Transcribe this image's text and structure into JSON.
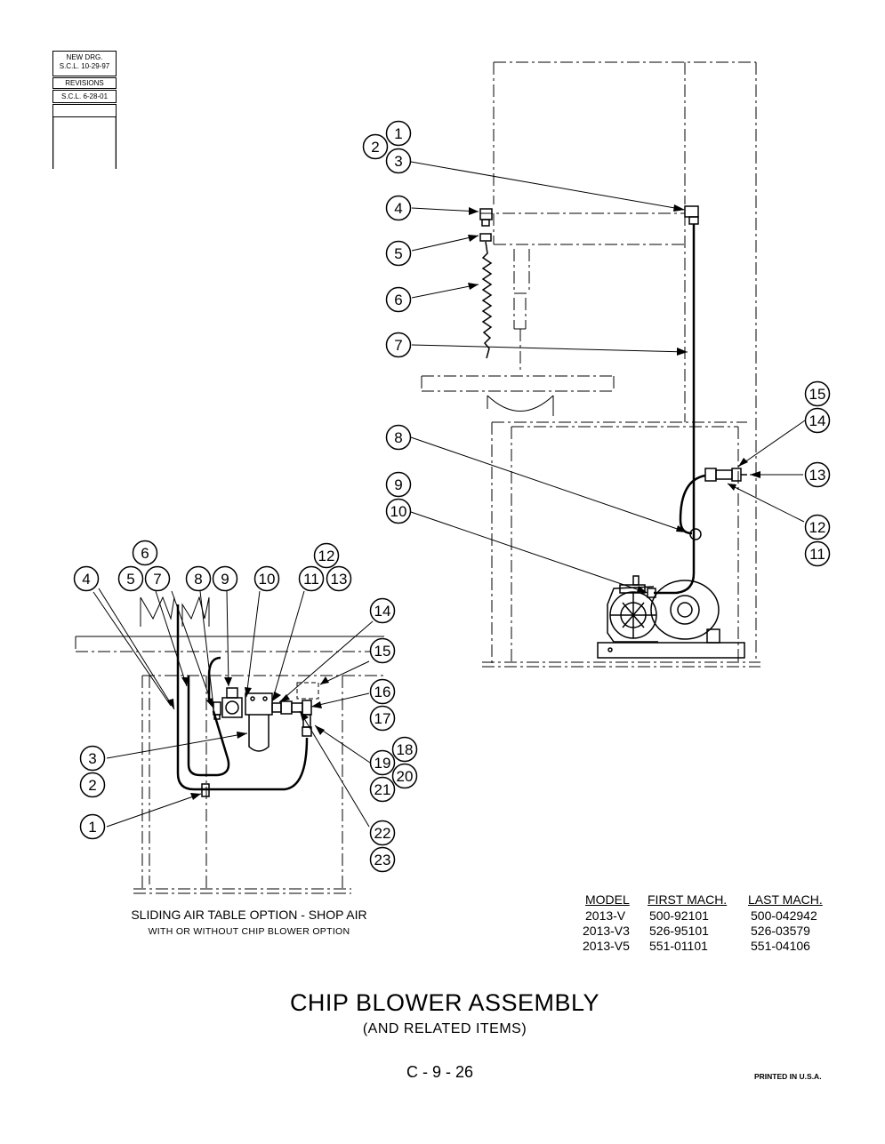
{
  "revision_block": {
    "new_drg_label": "NEW DRG.",
    "new_drg_value": "S.C.L. 10-29-97",
    "revisions_label": "REVISIONS",
    "revisions_value": "S.C.L. 6-28-01"
  },
  "main_view": {
    "callouts": [
      "1",
      "2",
      "3",
      "4",
      "5",
      "6",
      "7",
      "8",
      "9",
      "10",
      "11",
      "12",
      "13",
      "14",
      "15"
    ]
  },
  "option_view": {
    "callouts": [
      "1",
      "2",
      "3",
      "4",
      "5",
      "6",
      "7",
      "8",
      "9",
      "10",
      "11",
      "12",
      "13",
      "14",
      "15",
      "16",
      "17",
      "18",
      "19",
      "20",
      "21",
      "22",
      "23"
    ],
    "caption": "SLIDING AIR TABLE OPTION - SHOP AIR",
    "subcaption": "WITH OR WITHOUT CHIP BLOWER OPTION"
  },
  "model_table": {
    "headers": [
      "MODEL",
      "FIRST MACH.",
      "LAST MACH."
    ],
    "rows": [
      [
        "2013-V",
        "500-92101",
        "500-042942"
      ],
      [
        "2013-V3",
        "526-95101",
        "526-03579"
      ],
      [
        "2013-V5",
        "551-01101",
        "551-04106"
      ]
    ]
  },
  "title": "CHIP BLOWER ASSEMBLY",
  "subtitle": "(AND RELATED ITEMS)",
  "page_number": "C - 9 - 26",
  "printed": "PRINTED IN U.S.A."
}
